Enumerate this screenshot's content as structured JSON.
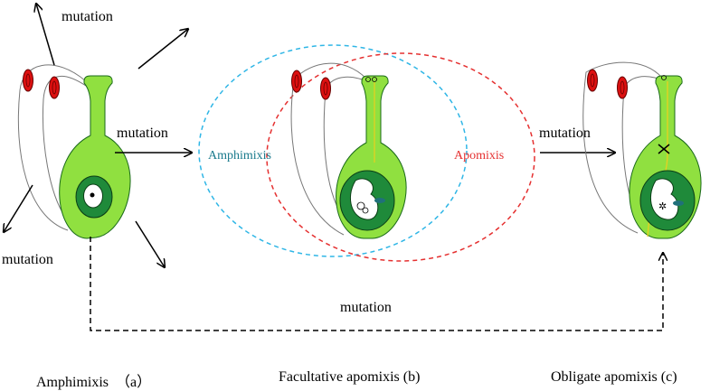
{
  "labels": {
    "mutation_top": "mutation",
    "mutation_arrow_a": "mutation",
    "mutation_left": "mutation",
    "mutation_arrow_b": "mutation",
    "mutation_bottom": "mutation",
    "amphimixis_ellipse": "Amphimixis",
    "apomixis_ellipse": "Apomixis"
  },
  "captions": {
    "a": "Amphimixis  （a）",
    "b": "Facultative apomixis (b)",
    "c": "Obligate apomixis (c)"
  },
  "colors": {
    "pistil_fill": "#90e040",
    "ovule_ring": "#1f8a3a",
    "pollen_red": "#dd1010",
    "amphimixis_circle": "#2fb6e6",
    "apomixis_circle": "#e53030",
    "amphimixis_text": "#1a7a8c",
    "apomixis_text": "#e53030",
    "tube_yellow": "#e8d020"
  }
}
